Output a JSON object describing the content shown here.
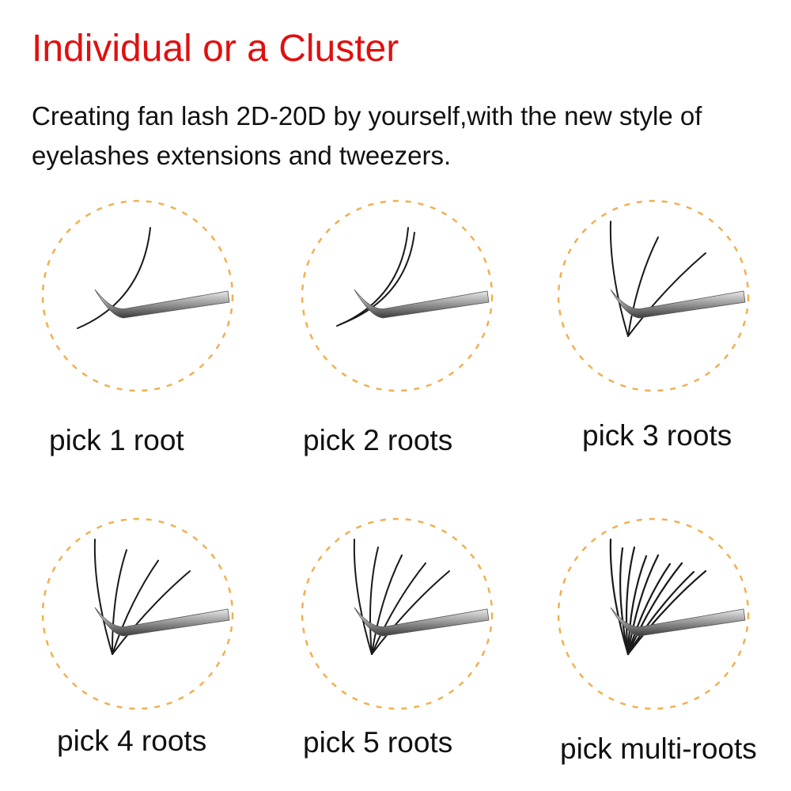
{
  "header": {
    "title": "Individual or a Cluster",
    "subtitle": "Creating fan lash 2D-20D by yourself,with the new style of eyelashes extensions and tweezers."
  },
  "colors": {
    "title": "#e01010",
    "circle_dash": "#f0b050",
    "lash": "#1a1a1a"
  },
  "options": [
    {
      "label": "pick 1 root",
      "roots": 1,
      "icon": "tweezer-lash-icon"
    },
    {
      "label": "pick 2 roots",
      "roots": 2,
      "icon": "tweezer-lash-icon"
    },
    {
      "label": "pick 3 roots",
      "roots": 3,
      "icon": "tweezer-lash-icon"
    },
    {
      "label": "pick 4 roots",
      "roots": 4,
      "icon": "tweezer-lash-icon"
    },
    {
      "label": "pick 5 roots",
      "roots": 5,
      "icon": "tweezer-lash-icon"
    },
    {
      "label": "pick multi-roots",
      "roots": 9,
      "icon": "tweezer-lash-icon"
    }
  ]
}
